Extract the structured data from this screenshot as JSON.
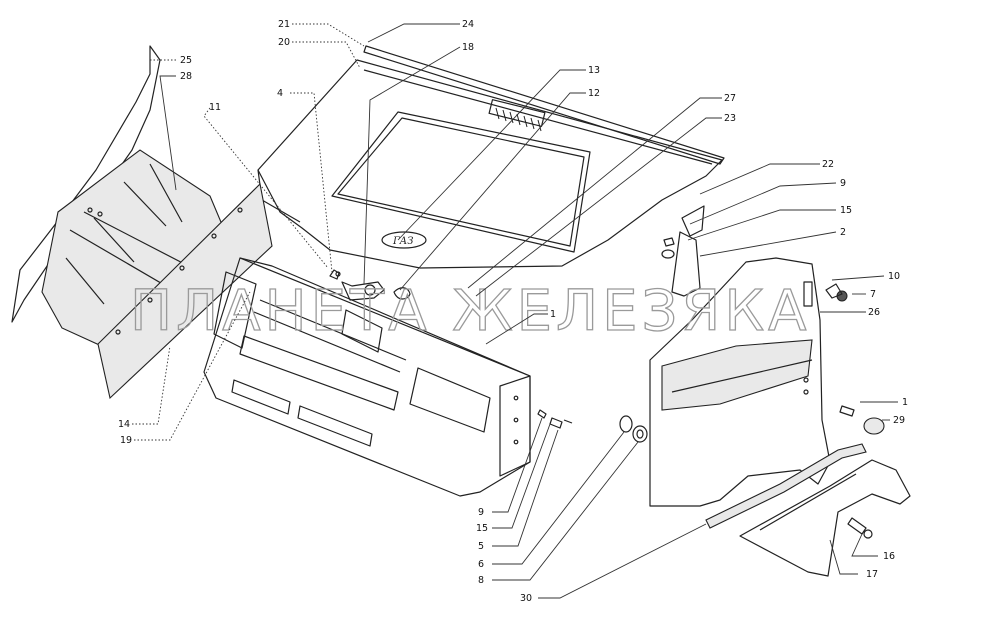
{
  "watermark": "ПЛАНЕТА ЖЕЛЕЗЯКА",
  "hood_badge": "ГАЗ",
  "callouts": {
    "c21": "21",
    "c20": "20",
    "c24": "24",
    "c18": "18",
    "c25": "25",
    "c28": "28",
    "c4": "4",
    "c11": "11",
    "c13": "13",
    "c12": "12",
    "c27": "27",
    "c23": "23",
    "c22": "22",
    "c9a": "9",
    "c15a": "15",
    "c2": "2",
    "c10": "10",
    "c7": "7",
    "c26": "26",
    "c1a": "1",
    "c1b": "1",
    "c29": "29",
    "c14": "14",
    "c19": "19",
    "c9b": "9",
    "c15b": "15",
    "c5": "5",
    "c6": "6",
    "c8": "8",
    "c30": "30",
    "c16": "16",
    "c17": "17"
  }
}
